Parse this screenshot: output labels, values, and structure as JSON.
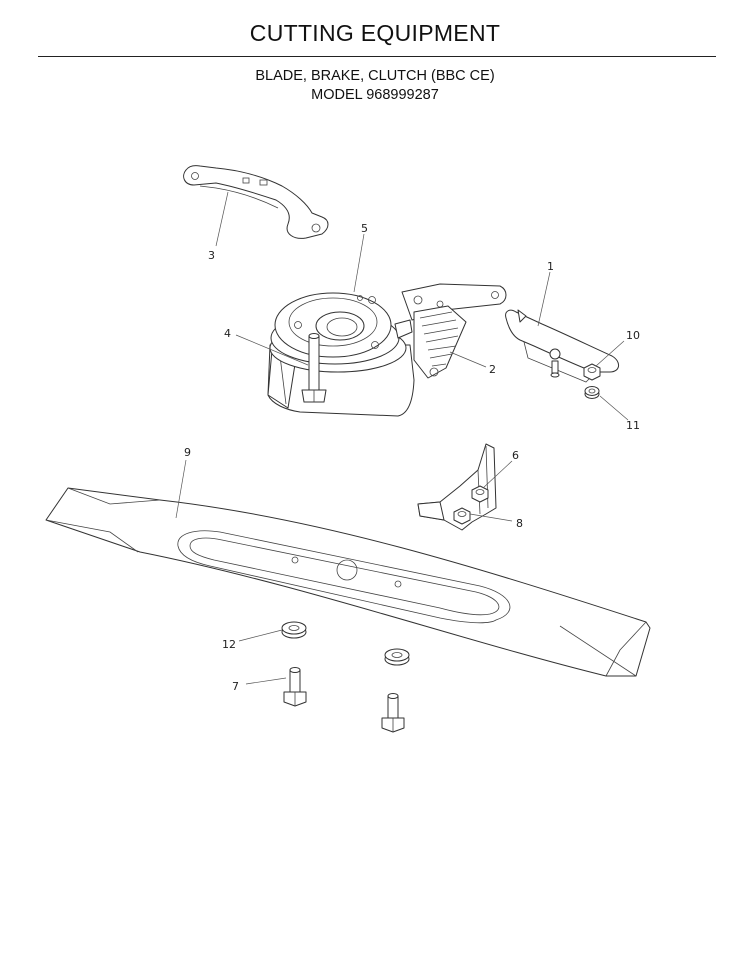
{
  "header": {
    "title": "CUTTING EQUIPMENT",
    "subtitle_line1": "BLADE, BRAKE, CLUTCH (BBC CE)",
    "subtitle_line2": "MODEL 968999287"
  },
  "callouts": [
    {
      "id": "1",
      "label": "1",
      "part": "brake-lever-bracket"
    },
    {
      "id": "2",
      "label": "2",
      "part": "spring"
    },
    {
      "id": "3",
      "label": "3",
      "part": "arm-plate"
    },
    {
      "id": "4",
      "label": "4",
      "part": "pin"
    },
    {
      "id": "5",
      "label": "5",
      "part": "clutch"
    },
    {
      "id": "6",
      "label": "6",
      "part": "nut"
    },
    {
      "id": "7",
      "label": "7",
      "part": "bolt"
    },
    {
      "id": "8",
      "label": "8",
      "part": "bracket"
    },
    {
      "id": "9",
      "label": "9",
      "part": "blade"
    },
    {
      "id": "10",
      "label": "10",
      "part": "nut"
    },
    {
      "id": "11",
      "label": "11",
      "part": "washer"
    },
    {
      "id": "12",
      "label": "12",
      "part": "washer"
    }
  ]
}
